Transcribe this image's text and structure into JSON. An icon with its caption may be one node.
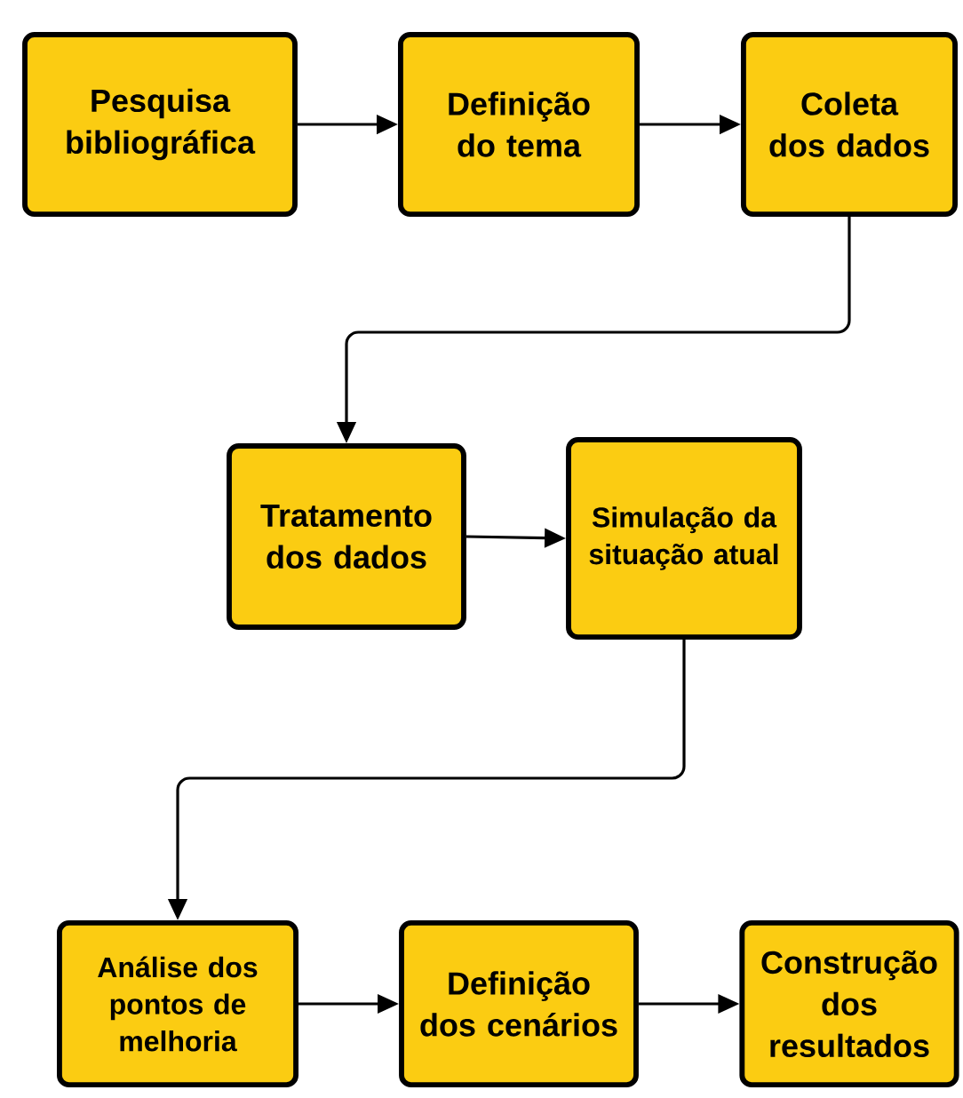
{
  "diagram": {
    "nodes": [
      {
        "text": [
          "Pesquisa bibliográfica"
        ]
      },
      {
        "text": [
          "Definição do tema"
        ]
      },
      {
        "text": [
          "Coleta dos dados"
        ]
      },
      {
        "text": [
          "Tratamento dos dados"
        ]
      },
      {
        "text": [
          "Simulação da situação atual"
        ]
      },
      {
        "text": [
          "Análise dos pontos de melhoria"
        ]
      },
      {
        "text": [
          "Definição dos cenários"
        ]
      },
      {
        "text": [
          "Construção dos resultados"
        ]
      }
    ],
    "edges": [
      {
        "from": 0,
        "to": 1,
        "arrow": "to"
      },
      {
        "from": 1,
        "to": 2,
        "arrow": "to"
      },
      {
        "from": 2,
        "to": 3,
        "arrow": "to"
      },
      {
        "from": 3,
        "to": 4,
        "arrow": "to"
      },
      {
        "from": 4,
        "to": 5,
        "arrow": "to"
      },
      {
        "from": 5,
        "to": 6,
        "arrow": "to"
      },
      {
        "from": 6,
        "to": 7,
        "arrow": "to"
      }
    ]
  }
}
